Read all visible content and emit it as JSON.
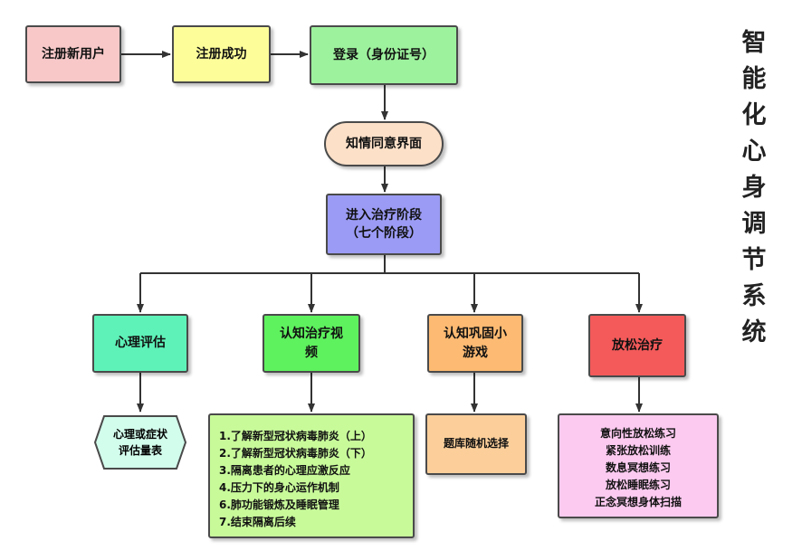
{
  "title": "智能化心身调节系统",
  "nodes": {
    "register": "注册新用户",
    "register_success": "注册成功",
    "login": "登录（身份证号）",
    "consent": "知情同意界面",
    "treatment_line1": "进入治疗阶段",
    "treatment_line2": "（七个阶段）",
    "psych_assessment": "心理评估",
    "cbt_video_line1": "认知治疗视",
    "cbt_video_line2": "频",
    "game_line1": "认知巩固小",
    "game_line2": "游戏",
    "relax": "放松治疗",
    "scale_line1": "心理或症状",
    "scale_line2": "评估量表",
    "quiz": "题库随机选择"
  },
  "video_list": [
    "1.了解新型冠状病毒肺炎（上）",
    "2.了解新型冠状病毒肺炎（下）",
    "3.隔离患者的心理应激反应",
    "4.压力下的身心运作机制",
    "6.肺功能锻炼及睡眠管理",
    "7.结束隔离后续"
  ],
  "relax_list": [
    "意向性放松练习",
    "紧张放松训练",
    "数息冥想练习",
    "放松睡眠练习",
    "正念冥想身体扫描"
  ],
  "colors": {
    "register": "#f8c8c8",
    "register_success": "#fdfd9a",
    "login": "#9df29d",
    "consent": "#fce0c8",
    "treatment": "#9b9bf5",
    "psych_assessment": "#5ef2b8",
    "cbt_video": "#5ef25e",
    "game": "#fcba72",
    "relax": "#f45a5a",
    "scale": "#d2fcec",
    "video_list": "#c8fa9a",
    "quiz": "#fccf9a",
    "relax_list": "#fccaf0"
  }
}
